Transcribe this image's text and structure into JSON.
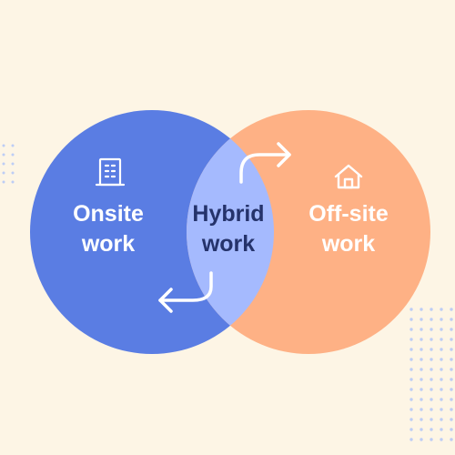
{
  "colors": {
    "background": "#FDF5E5",
    "onsite": "#5A7DE3",
    "offsite": "#FEB185",
    "overlap": "#A5BAFE",
    "label_light": "#FFFFFF",
    "label_dark": "#25336B",
    "dots": "#BDCDF5"
  },
  "venn": {
    "onsite": {
      "line1": "Onsite",
      "line2": "work",
      "icon": "office-building-icon"
    },
    "hybrid": {
      "line1": "Hybrid",
      "line2": "work"
    },
    "offsite": {
      "line1": "Off-site",
      "line2": "work",
      "icon": "house-icon"
    }
  },
  "arrows": [
    "curved-arrow-right-icon",
    "curved-arrow-left-icon"
  ]
}
